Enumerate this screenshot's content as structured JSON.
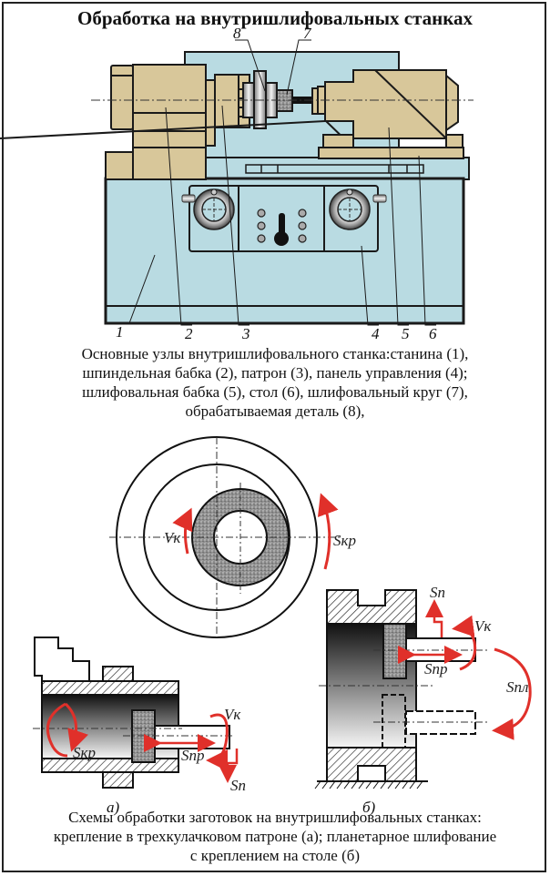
{
  "title": "Обработка на внутришлифовальных станках",
  "machine_caption": {
    "lines": [
      "Основные узлы внутришлифовального станка:станина (1),",
      "шпиндельная бабка (2), патрон (3), панель управления (4);",
      "шлифовальная бабка (5), стол (6), шлифовальный круг (7),",
      "обрабатываемая деталь (8),"
    ]
  },
  "machine_labels": {
    "l1": "1",
    "l2": "2",
    "l3": "3",
    "l4": "4",
    "l5": "5",
    "l6": "6",
    "l7": "7",
    "l8": "8"
  },
  "parts": [
    {
      "num": "1",
      "name": "станина"
    },
    {
      "num": "2",
      "name": "шпиндельная бабка"
    },
    {
      "num": "3",
      "name": "патрон"
    },
    {
      "num": "4",
      "name": "панель управления"
    },
    {
      "num": "5",
      "name": "шлифовальная бабка"
    },
    {
      "num": "6",
      "name": "стол"
    },
    {
      "num": "7",
      "name": "шлифовальный круг"
    },
    {
      "num": "8",
      "name": "обрабатываемая деталь"
    }
  ],
  "circle_diagram": {
    "vk": "Vк",
    "skr": "Sкр"
  },
  "scheme_a": {
    "label": "а)",
    "skr": "Sкр",
    "vk": "Vк",
    "snp": "Sпр",
    "sn": "Sп"
  },
  "scheme_b": {
    "label": "б)",
    "sn": "Sп",
    "vk": "Vк",
    "snp": "Sпр",
    "snl": "Sпл"
  },
  "schemes_caption": {
    "lines": [
      "Схемы обработки заготовок на внутришлифовальных станках:",
      "крепление в трехкулачковом патроне (а); планетарное шлифование",
      "с креплением на столе (б)"
    ]
  },
  "colors": {
    "machine_body": "#b9dbe2",
    "housing": "#d8c79a",
    "feed_arrow": "#e0302a",
    "outline": "#1a1a1a"
  }
}
